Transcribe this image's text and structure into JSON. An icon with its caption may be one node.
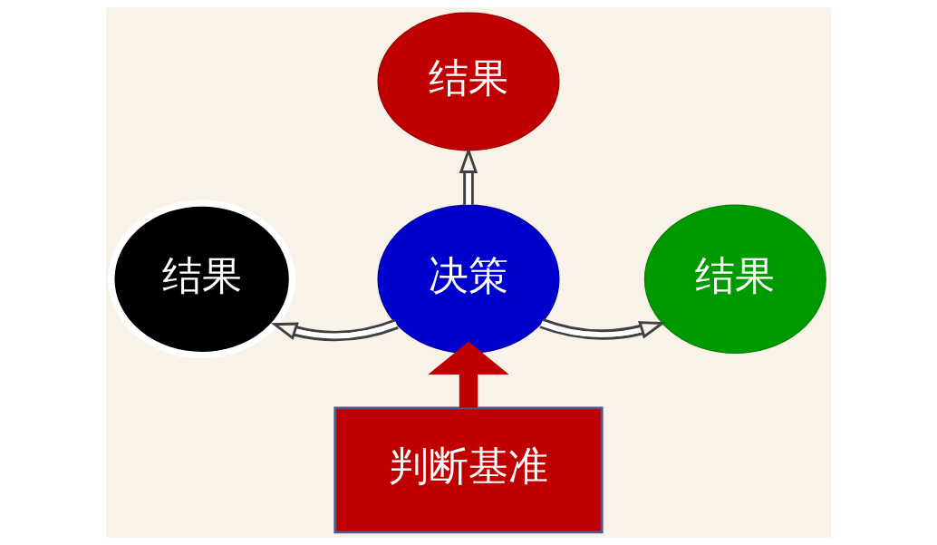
{
  "diagram": {
    "nodes": [
      {
        "text": [
          "结果"
        ]
      },
      {
        "text": [
          "决策"
        ]
      },
      {
        "text": [
          "结果"
        ]
      },
      {
        "text": [
          "结果"
        ]
      },
      {
        "text": [
          "判断基准"
        ]
      }
    ],
    "edges": [
      {
        "from": 1,
        "to": 0,
        "arrow": "to"
      },
      {
        "from": 1,
        "to": 2,
        "arrow": "to"
      },
      {
        "from": 1,
        "to": 3,
        "arrow": "to"
      },
      {
        "from": 4,
        "to": 1,
        "arrow": "to",
        "style": "thick",
        "color": "#c00000"
      }
    ]
  }
}
